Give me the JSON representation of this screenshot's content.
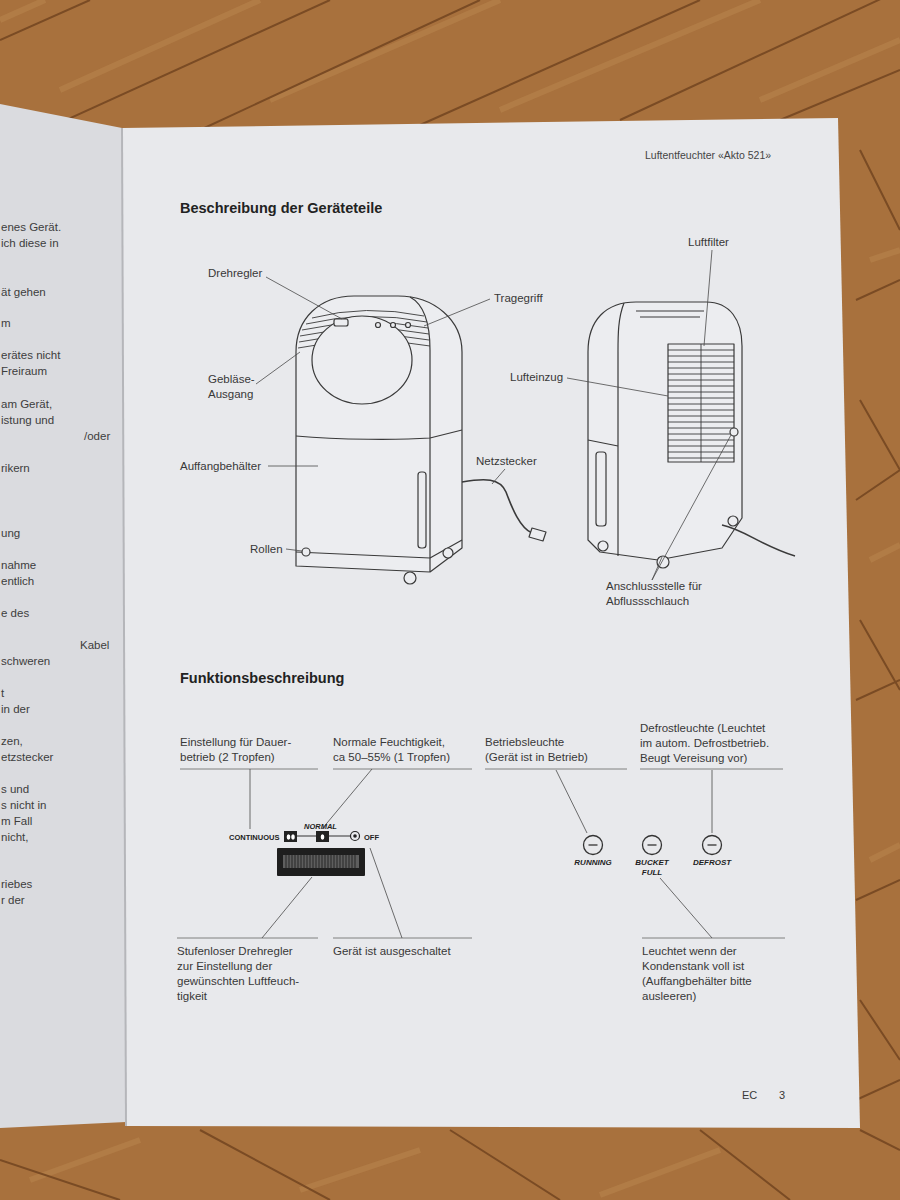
{
  "diagram": {
    "title": "Beschreibung der Geräteteile",
    "nodes": [
      {
        "text": [
          "RUNNING"
        ]
      },
      {
        "text": [
          "BUCKET FULL"
        ]
      },
      {
        "text": [
          "DEFROST"
        ]
      }
    ],
    "labels": [
      "Luftentfeuchter «Akto 521»",
      "Drehregler",
      "Tragegriff",
      "Gebläse- Ausgang",
      "Luftfilter",
      "Lufteinzug",
      "Auffangbehälter",
      "Netzstecker",
      "Rollen",
      "Anschlussstelle für Abflussschlauch",
      "Funktionsbeschreibung",
      "Einstellung für Dauer- betrieb (2 Tropfen)",
      "Normale Feuchtigkeit, ca 50–55% (1 Tropfen)",
      "Betriebsleuchte (Gerät ist in Betrieb)",
      "Defrostleuchte (Leuchtet im autom. Defrostbetrieb. Beugt Vereisung vor)",
      "CONTINUOUS",
      "NORMAL",
      "OFF",
      "Stufenloser Drehregler zur Einstellung der gewünschten Luftfeuch- tigkeit",
      "Gerät ist ausgeschaltet",
      "Leuchtet wenn der Kondenstank voll ist (Auffangbehälter bitte ausleeren)",
      "EC",
      "3",
      "enes Gerät.",
      "ich diese in",
      "ät gehen",
      "m",
      "erätes nicht",
      "Freiraum",
      "am Gerät,",
      "istung und",
      "/oder",
      "rikern",
      "ung",
      "nahme",
      "entlich",
      "e des",
      "Kabel",
      "schweren",
      "t",
      "in der",
      "zen,",
      "etzstecker",
      "s und",
      "s nicht in",
      "m Fall",
      "nicht,",
      "riebes",
      "r der"
    ]
  }
}
